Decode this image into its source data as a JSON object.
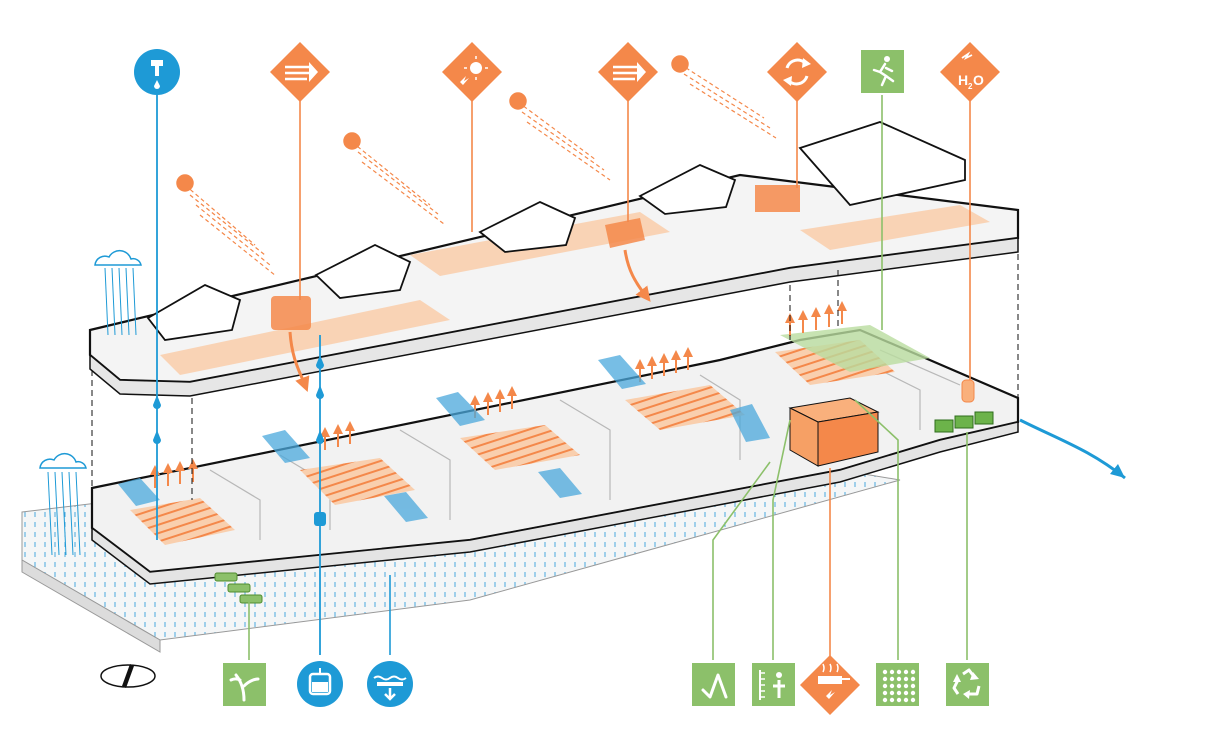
{
  "colors": {
    "orange": "#f4884a",
    "orange_light": "#f9c9a6",
    "blue": "#1e9ad6",
    "green": "#8cc06a",
    "green_dark": "#5aa53c",
    "outline": "#111111",
    "floor": "#f3f3f3"
  },
  "labels": {
    "h2o_h": "H",
    "h2o_sub": "2",
    "h2o_o": "O"
  },
  "icons": {
    "top": [
      {
        "name": "water-tap-icon",
        "shape": "circle",
        "color": "blue"
      },
      {
        "name": "solar-ventilation-icon",
        "shape": "diamond",
        "color": "orange"
      },
      {
        "name": "solar-power-icon",
        "shape": "diamond",
        "color": "orange"
      },
      {
        "name": "solar-ventilation-icon-2",
        "shape": "diamond",
        "color": "orange"
      },
      {
        "name": "recycle-air-icon",
        "shape": "diamond",
        "color": "orange"
      },
      {
        "name": "running-person-icon",
        "shape": "square",
        "color": "green"
      },
      {
        "name": "hot-water-icon",
        "shape": "diamond",
        "color": "orange"
      }
    ],
    "bottom": [
      {
        "name": "plant-icon",
        "shape": "square",
        "color": "green"
      },
      {
        "name": "water-tank-icon",
        "shape": "circle",
        "color": "blue"
      },
      {
        "name": "stormwater-icon",
        "shape": "circle",
        "color": "blue"
      },
      {
        "name": "daylight-angle-icon",
        "shape": "square",
        "color": "green"
      },
      {
        "name": "ergonomic-height-icon",
        "shape": "square",
        "color": "green"
      },
      {
        "name": "electric-cooking-icon",
        "shape": "diamond",
        "color": "orange"
      },
      {
        "name": "acoustic-panel-icon",
        "shape": "square",
        "color": "green"
      },
      {
        "name": "recycling-icon",
        "shape": "square",
        "color": "green"
      }
    ]
  }
}
